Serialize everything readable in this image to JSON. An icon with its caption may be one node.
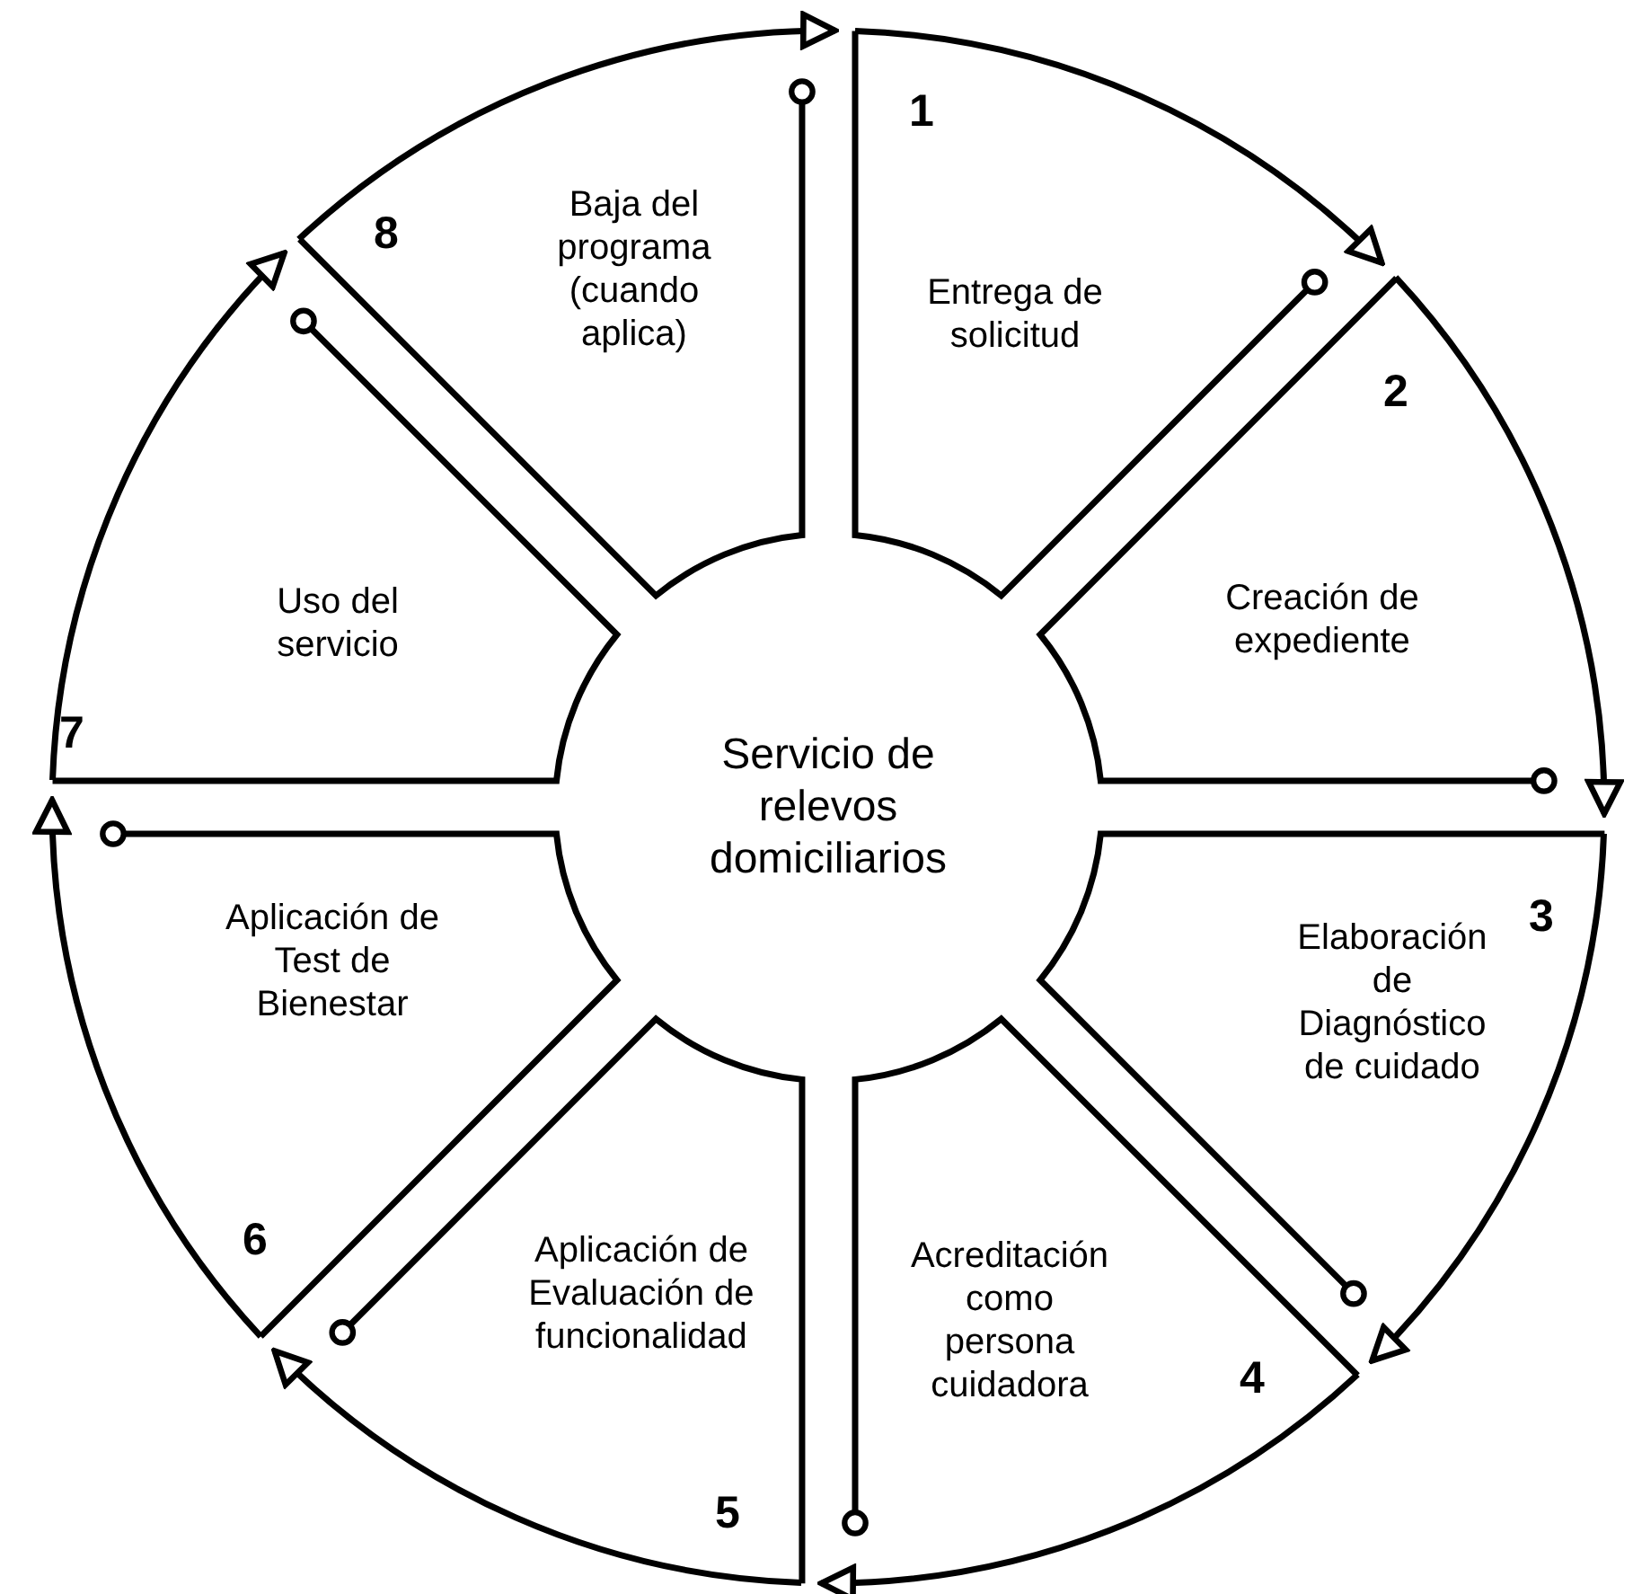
{
  "diagram": {
    "nodes": [
      {
        "text": [
          "Servicio de relevos domiciliarios"
        ]
      },
      {
        "text": [
          "1",
          "Entrega de solicitud"
        ]
      },
      {
        "text": [
          "2",
          "Creación de expediente"
        ]
      },
      {
        "text": [
          "3",
          "Elaboración de Diagnóstico de cuidado"
        ]
      },
      {
        "text": [
          "Acreditación como persona cuidadora",
          "4"
        ]
      },
      {
        "text": [
          "Aplicación de Evaluación de funcionalidad",
          "5"
        ]
      },
      {
        "text": [
          "Aplicación de Test de Bienestar",
          "6"
        ]
      },
      {
        "text": [
          "Uso del servicio",
          "7"
        ]
      },
      {
        "text": [
          "8",
          "Baja del programa (cuando aplica)"
        ]
      }
    ],
    "edges": [
      {
        "from": 1,
        "to": 2,
        "arrow": "to"
      },
      {
        "from": 2,
        "to": 3,
        "arrow": "to"
      },
      {
        "from": 3,
        "to": 4,
        "arrow": "to"
      },
      {
        "from": 4,
        "to": 5,
        "arrow": "to"
      },
      {
        "from": 5,
        "to": 6,
        "arrow": "to"
      },
      {
        "from": 6,
        "to": 7,
        "arrow": "to"
      },
      {
        "from": 7,
        "to": 8,
        "arrow": "to"
      },
      {
        "from": 8,
        "to": 1,
        "arrow": "to"
      }
    ]
  }
}
